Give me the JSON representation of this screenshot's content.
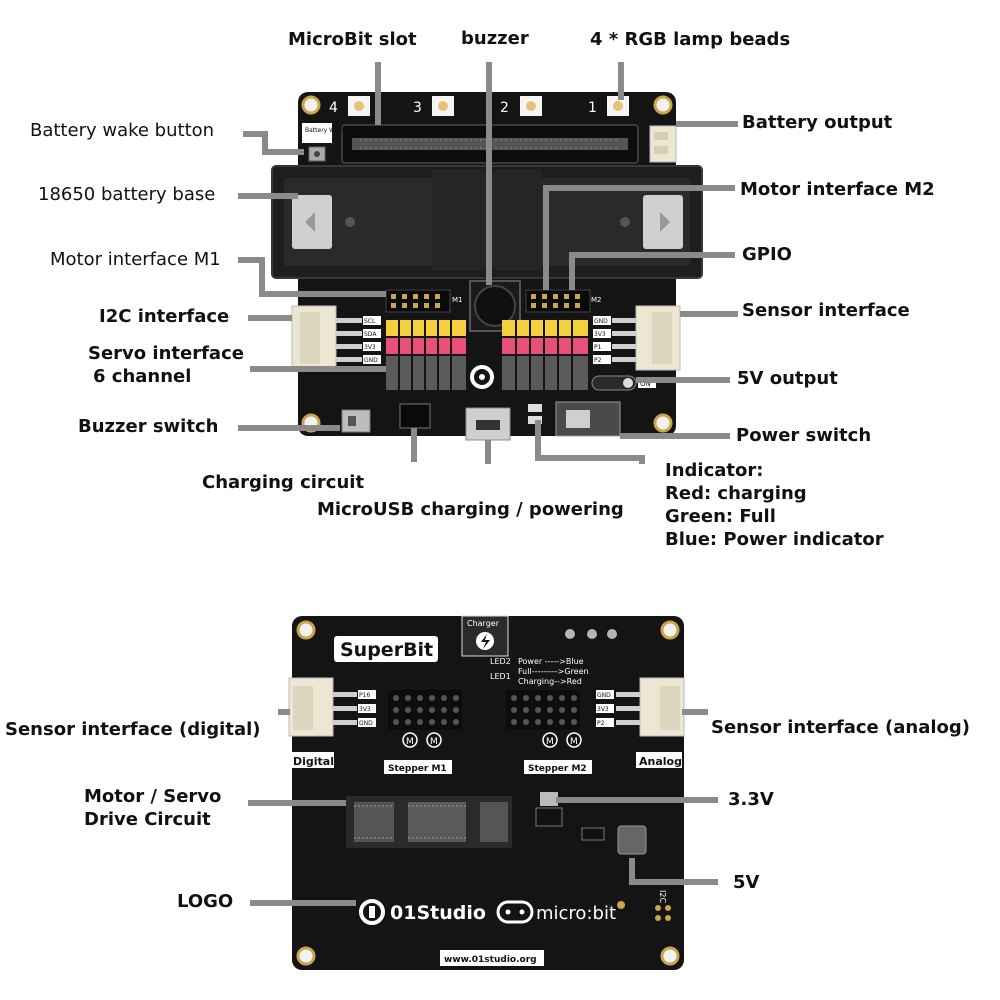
{
  "top_labels": {
    "microbit_slot": "MicroBit slot",
    "buzzer": "buzzer",
    "rgb_beads": "4 * RGB lamp beads",
    "battery_wake": "Battery wake button",
    "battery_output": "Battery output",
    "battery_base": "18650 battery base",
    "motor_m2": "Motor interface M2",
    "motor_m1": "Motor interface M1",
    "gpio": "GPIO",
    "i2c": "I2C interface",
    "sensor": "Sensor interface",
    "servo_line1": "Servo interface",
    "servo_line2": "6 channel",
    "v5_output": "5V output",
    "buzzer_switch": "Buzzer switch",
    "power_switch": "Power switch",
    "charging_circuit": "Charging circuit",
    "microusb": "MicroUSB charging / powering",
    "indicator_title": "Indicator:",
    "indicator_red": "Red: charging",
    "indicator_green": "Green: Full",
    "indicator_blue": "Blue: Power indicator"
  },
  "bottom_labels": {
    "sensor_digital": "Sensor interface (digital)",
    "sensor_analog": "Sensor interface (analog)",
    "motor_servo_line1": "Motor / Servo",
    "motor_servo_line2": "Drive Circuit",
    "v33": "3.3V",
    "v5": "5V",
    "logo": "LOGO"
  },
  "board_top": {
    "led_numbers": [
      "4",
      "3",
      "2",
      "1"
    ],
    "battery_wake_label": "Battery Wake Up",
    "left_pins": [
      "SCL",
      "SDA",
      "3V3",
      "GND"
    ],
    "right_pins": [
      "GND",
      "3V3",
      "P1",
      "P2"
    ],
    "on_label": "ON",
    "gpio_pin_labels": [
      "P1",
      "P2"
    ],
    "m_labels": [
      "M1",
      "M2"
    ]
  },
  "board_bottom": {
    "brand": "SuperBit",
    "charger": "Charger",
    "led2_label": "LED2",
    "led1_label": "LED1",
    "led2_text": "Power ----->Blue",
    "led1_full": "Full--------->Green",
    "led1_charging": "Charging-->Red",
    "left_pins": [
      "P16",
      "3V3",
      "GND"
    ],
    "right_pins": [
      "GND",
      "3V3",
      "P2"
    ],
    "digital": "Digital",
    "analog": "Analog",
    "stepper1": "Stepper M1",
    "stepper2": "Stepper M2",
    "studio": "01Studio",
    "microbit": "micro:bit",
    "url": "www.01studio.org",
    "m_letter": "M",
    "i2c_side": "I2C"
  },
  "colors": {
    "pcb": "#141414",
    "silk": "#ffffff",
    "pin_yellow": "#f4d03f",
    "pin_red": "#e8507a",
    "connector": "#ece6d2",
    "leader": "#8a8a8a"
  }
}
